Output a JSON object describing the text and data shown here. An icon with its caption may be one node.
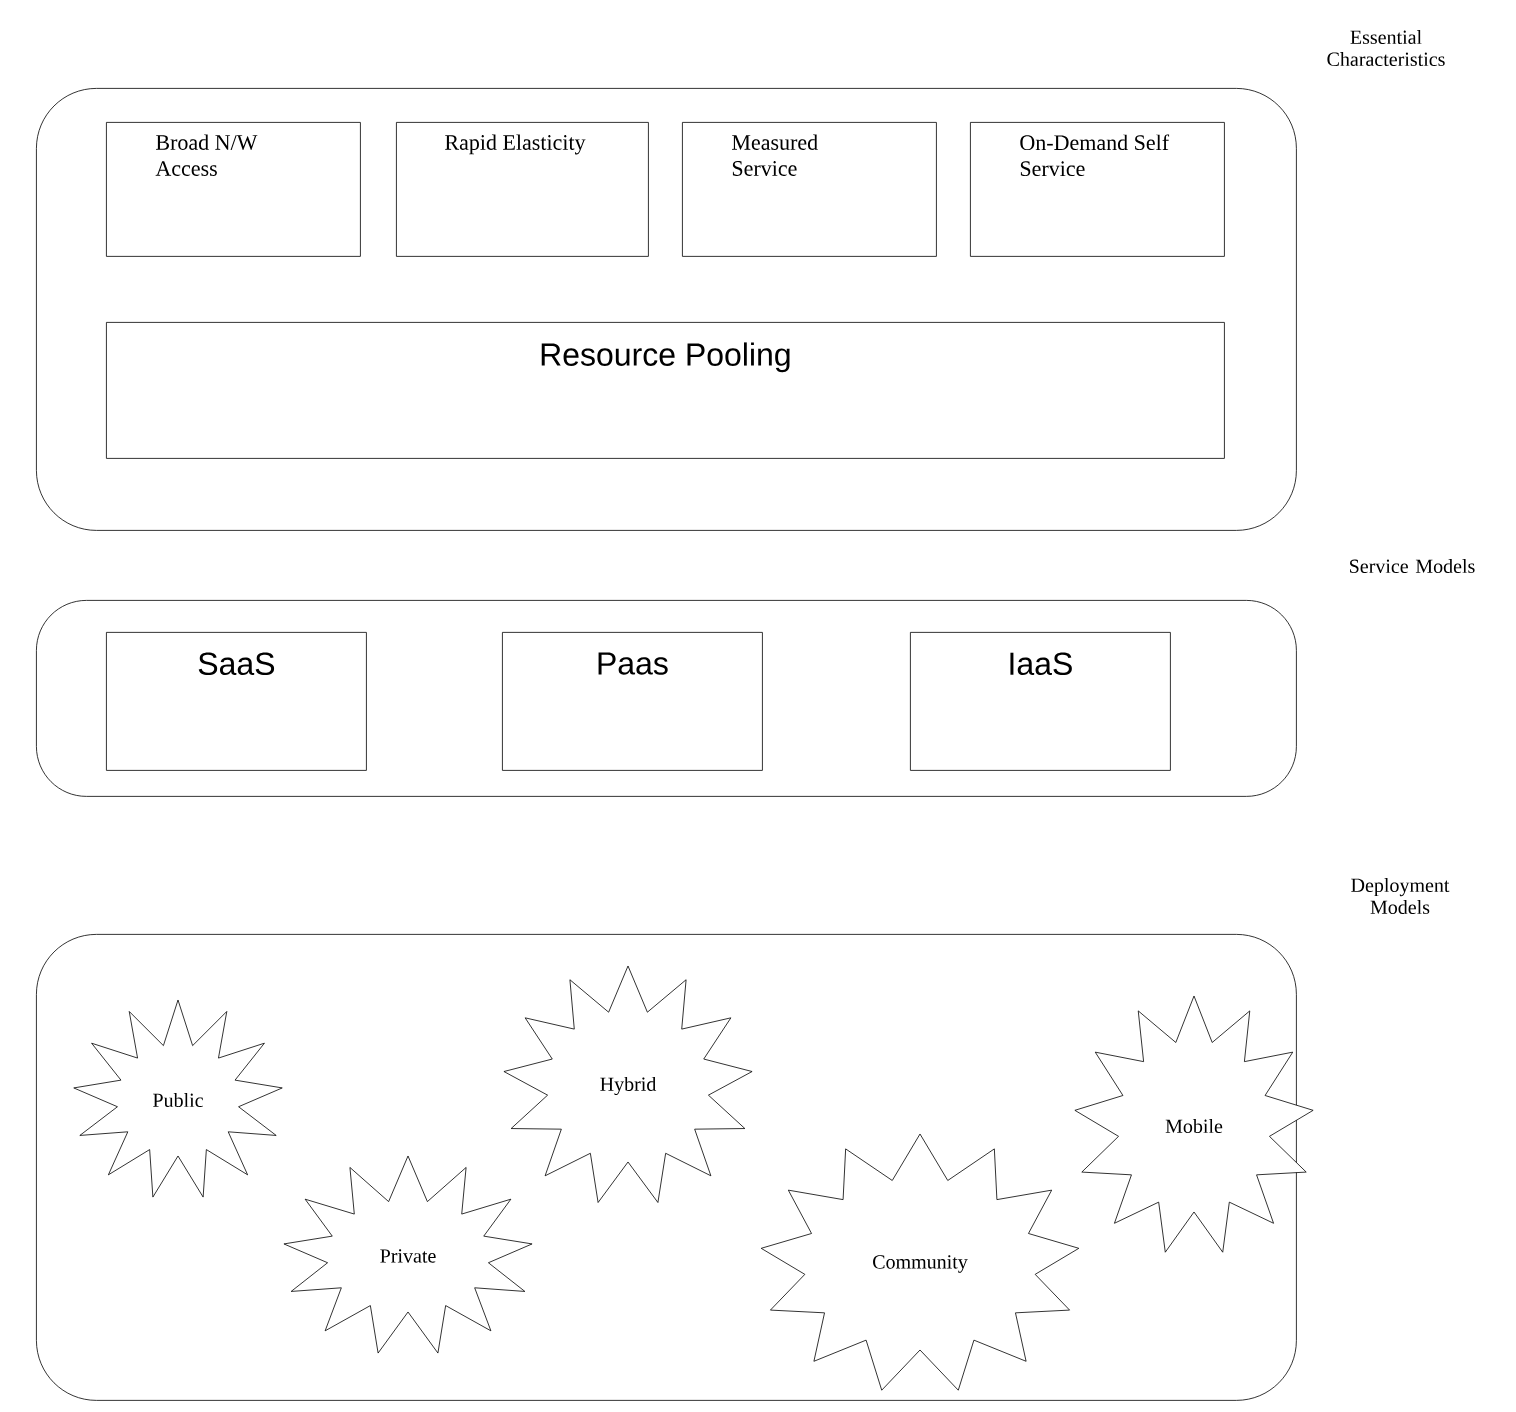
{
  "diagram": {
    "nodes": [
      {
        "text": [
          "Essential Characteristics"
        ]
      },
      {
        "text": [
          "Broad N/W Access"
        ],
        "in": 0
      },
      {
        "text": [
          "Rapid Elasticity"
        ],
        "in": 0
      },
      {
        "text": [
          "Measured Service"
        ],
        "in": 0
      },
      {
        "text": [
          "On-Demand Self Service"
        ],
        "in": 0
      },
      {
        "text": [
          "Resource Pooling"
        ],
        "in": 0
      },
      {
        "text": [
          "Service Models"
        ]
      },
      {
        "text": [
          "SaaS"
        ],
        "in": 6
      },
      {
        "text": [
          "Paas"
        ],
        "in": 6
      },
      {
        "text": [
          "IaaS"
        ],
        "in": 6
      },
      {
        "text": [
          "Deployment Models"
        ]
      },
      {
        "text": [
          "Public"
        ],
        "in": 10
      },
      {
        "text": [
          "Private"
        ],
        "in": 10
      },
      {
        "text": [
          "Hybrid"
        ],
        "in": 10
      },
      {
        "text": [
          "Community"
        ],
        "in": 10
      },
      {
        "text": [
          "Mobile"
        ],
        "in": 10
      }
    ],
    "edges": []
  }
}
